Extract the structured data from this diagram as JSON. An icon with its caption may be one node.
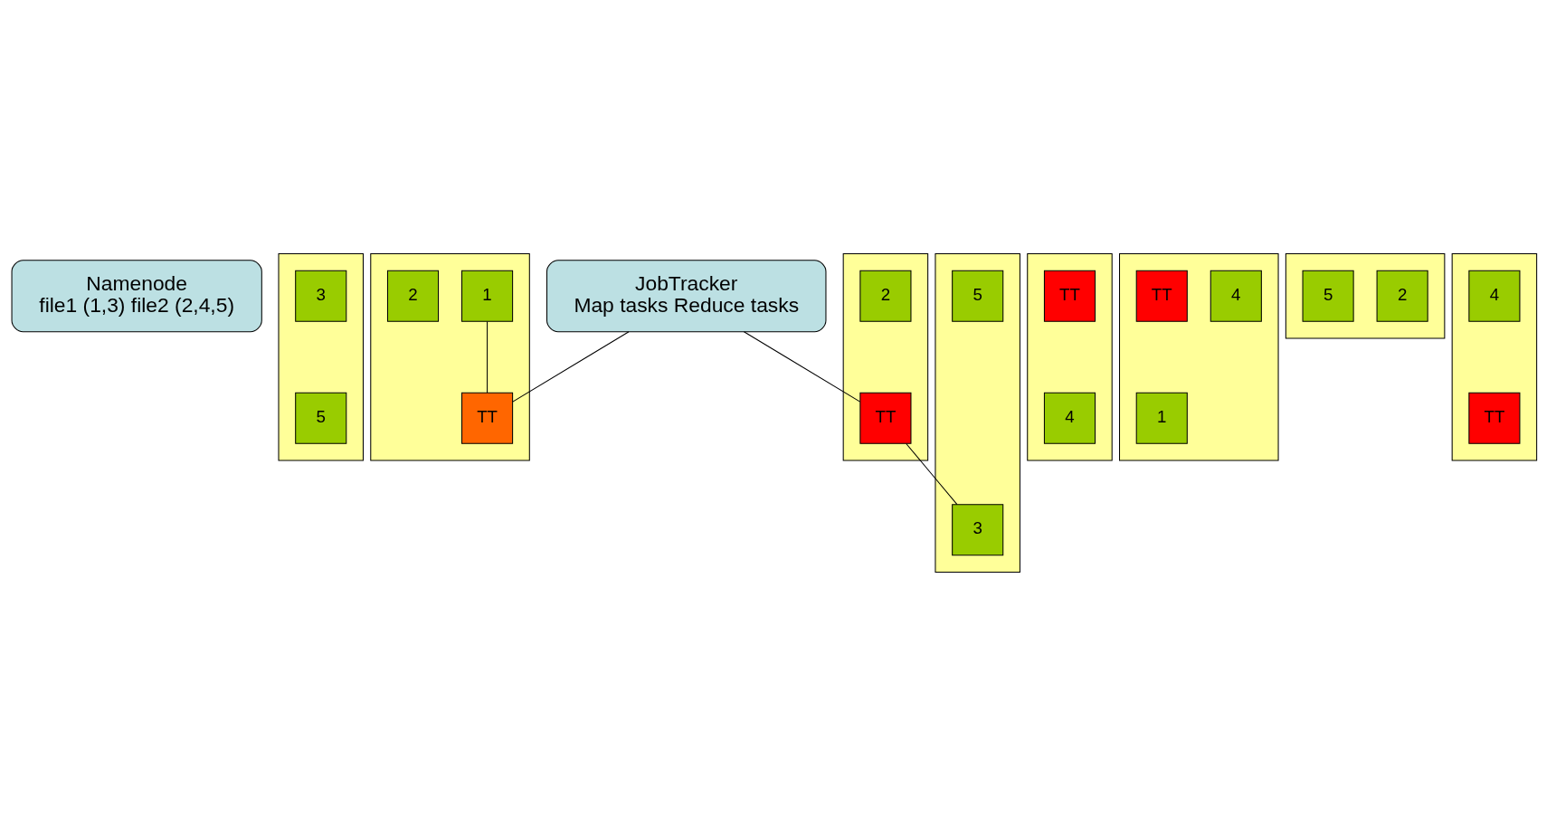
{
  "diagram": {
    "nodes": [
      {
        "text": [
          "Namenode",
          "file1 (1,3) file2 (2,4,5)"
        ]
      },
      {
        "text": [
          "JobTracker",
          "Map tasks Reduce tasks"
        ]
      },
      {
        "text": [],
        "shape": "box"
      },
      {
        "text": [
          "1"
        ],
        "in": 2
      },
      {
        "text": [
          "TT"
        ],
        "in": 2
      },
      {
        "text": [
          "2"
        ],
        "in": 2
      },
      {
        "text": [],
        "shape": "box"
      },
      {
        "text": [
          "2"
        ],
        "in": 6
      },
      {
        "text": [
          "TT"
        ],
        "in": 6
      },
      {
        "text": [],
        "shape": "box"
      },
      {
        "text": [
          "1"
        ],
        "in": 9
      },
      {
        "text": [
          "4"
        ],
        "in": 9
      },
      {
        "text": [
          "TT"
        ],
        "in": 9
      },
      {
        "text": [],
        "shape": "box"
      },
      {
        "text": [
          "2"
        ],
        "in": 13
      },
      {
        "text": [
          "5"
        ],
        "in": 13
      },
      {
        "text": [],
        "shape": "box"
      },
      {
        "text": [
          "5"
        ],
        "in": 16
      },
      {
        "text": [
          "3"
        ],
        "in": 16
      },
      {
        "text": [],
        "shape": "box"
      },
      {
        "text": [
          "4"
        ],
        "in": 19
      },
      {
        "text": [
          "TT"
        ],
        "in": 19
      },
      {
        "text": [],
        "shape": "box"
      },
      {
        "text": [
          "3"
        ],
        "in": 22
      },
      {
        "text": [
          "5"
        ],
        "in": 22
      },
      {
        "text": [],
        "shape": "box"
      },
      {
        "text": [
          "TT"
        ],
        "in": 25
      },
      {
        "text": [
          "4"
        ],
        "in": 25
      }
    ],
    "edges": [
      {
        "from": 1,
        "to": 4,
        "arrow": "none"
      },
      {
        "from": 1,
        "to": 8,
        "arrow": "none"
      },
      {
        "from": 3,
        "to": 4,
        "arrow": "none"
      },
      {
        "from": 8,
        "to": 23,
        "arrow": "none"
      }
    ]
  }
}
